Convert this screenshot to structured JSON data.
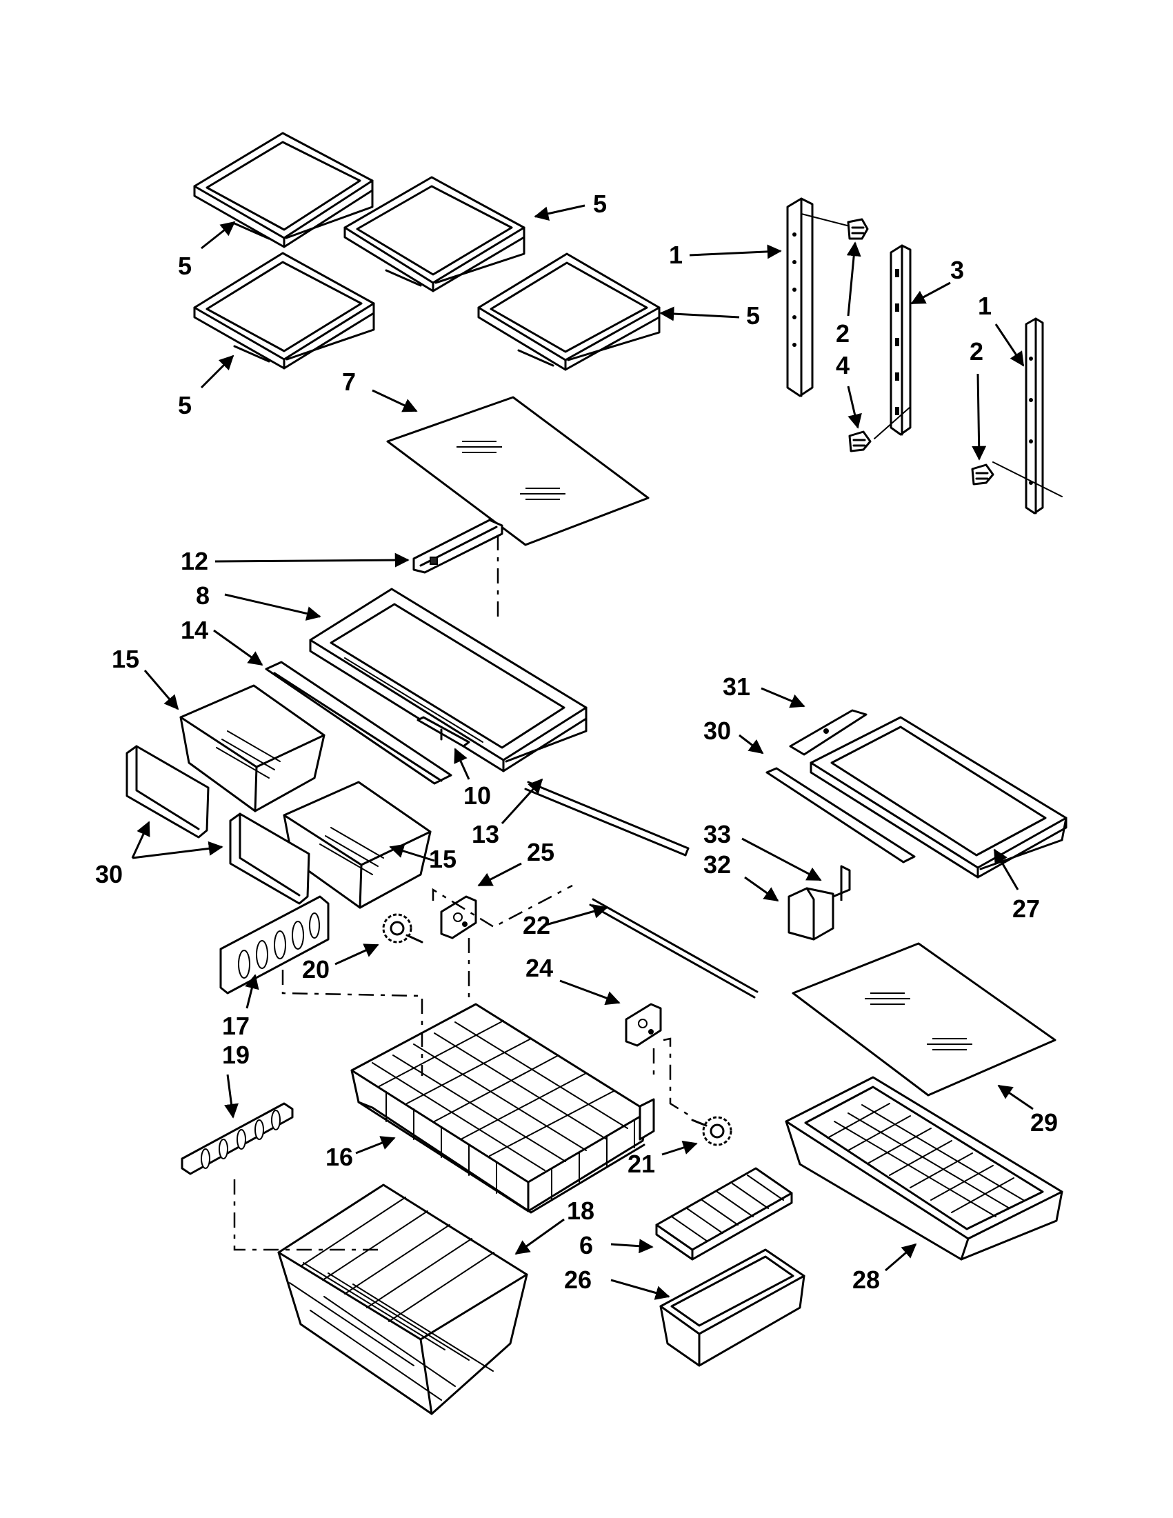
{
  "callouts": [
    {
      "id": "c5a",
      "text": "5"
    },
    {
      "id": "c5b",
      "text": "5"
    },
    {
      "id": "c5c",
      "text": "5"
    },
    {
      "id": "c5d",
      "text": "5"
    },
    {
      "id": "c1a",
      "text": "1"
    },
    {
      "id": "c2a",
      "text": "2"
    },
    {
      "id": "c4",
      "text": "4"
    },
    {
      "id": "c3",
      "text": "3"
    },
    {
      "id": "c1b",
      "text": "1"
    },
    {
      "id": "c2b",
      "text": "2"
    },
    {
      "id": "c7",
      "text": "7"
    },
    {
      "id": "c12",
      "text": "12"
    },
    {
      "id": "c8",
      "text": "8"
    },
    {
      "id": "c14",
      "text": "14"
    },
    {
      "id": "c15a",
      "text": "15"
    },
    {
      "id": "c10",
      "text": "10"
    },
    {
      "id": "c13",
      "text": "13"
    },
    {
      "id": "c15b",
      "text": "15"
    },
    {
      "id": "c30a",
      "text": "30"
    },
    {
      "id": "c31",
      "text": "31"
    },
    {
      "id": "c30b",
      "text": "30"
    },
    {
      "id": "c33",
      "text": "33"
    },
    {
      "id": "c32",
      "text": "32"
    },
    {
      "id": "c27",
      "text": "27"
    },
    {
      "id": "c25",
      "text": "25"
    },
    {
      "id": "c22",
      "text": "22"
    },
    {
      "id": "c24",
      "text": "24"
    },
    {
      "id": "c20",
      "text": "20"
    },
    {
      "id": "c17",
      "text": "17"
    },
    {
      "id": "c19",
      "text": "19"
    },
    {
      "id": "c16",
      "text": "16"
    },
    {
      "id": "c21",
      "text": "21"
    },
    {
      "id": "c29",
      "text": "29"
    },
    {
      "id": "c18",
      "text": "18"
    },
    {
      "id": "c6",
      "text": "6"
    },
    {
      "id": "c26",
      "text": "26"
    },
    {
      "id": "c28",
      "text": "28"
    }
  ]
}
